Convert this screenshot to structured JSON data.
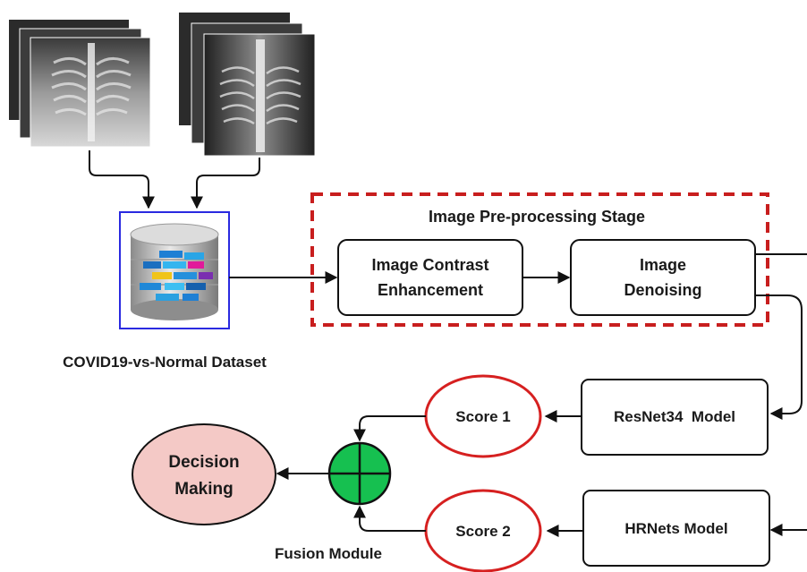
{
  "stage_title": "Image Pre-processing Stage",
  "dataset_label": "COVID19-vs-Normal Dataset",
  "nodes": {
    "contrast": [
      "Image Contrast",
      "Enhancement"
    ],
    "denoise": [
      "Image",
      "Denoising"
    ],
    "resnet": "ResNet34  Model",
    "hrnet": "HRNets Model",
    "score1": "Score 1",
    "score2": "Score 2",
    "decision": [
      "Decision",
      "Making"
    ]
  },
  "fusion_label": "Fusion Module",
  "colors": {
    "dashed_border": "#c81e1e",
    "score_outline": "#d62020",
    "decision_fill": "#f4c9c6",
    "fusion_fill": "#16c050",
    "dataset_border": "#2a2ae0"
  },
  "icons": [
    "xray-stack-adult",
    "xray-stack-child",
    "database-icon",
    "fusion-plus-icon"
  ]
}
